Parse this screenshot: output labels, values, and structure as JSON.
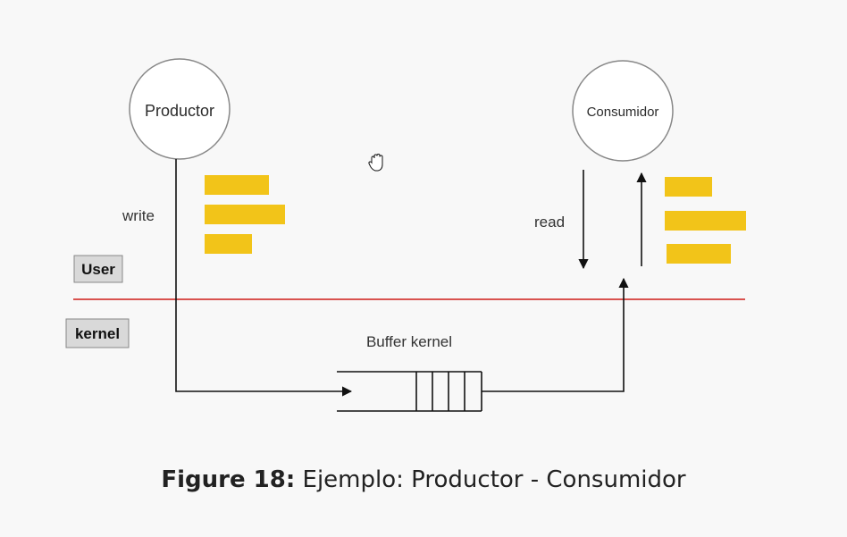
{
  "diagram": {
    "producer_label": "Productor",
    "consumer_label": "Consumidor",
    "write_label": "write",
    "read_label": "read",
    "user_label": "User",
    "kernel_label": "kernel",
    "buffer_label": "Buffer kernel"
  },
  "caption": {
    "prefix": "Figure 18:",
    "text": "Ejemplo: Productor - Consumidor"
  },
  "colors": {
    "boundary_line": "#d9534f",
    "data_block": "#f2c419",
    "box_fill": "#d9d9d9"
  },
  "icons": {
    "cursor": "hand-cursor-icon"
  }
}
